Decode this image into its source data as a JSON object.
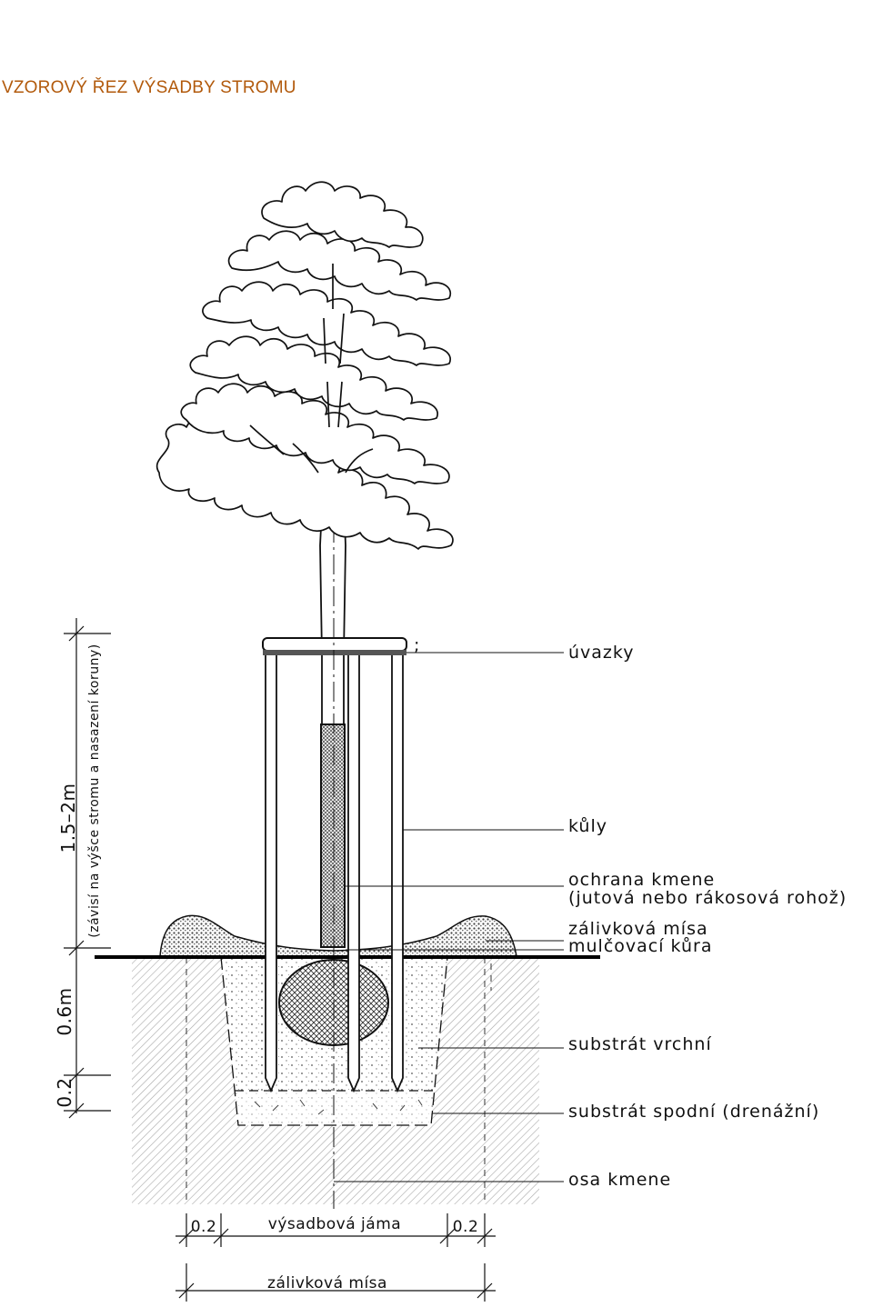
{
  "title": "VZOROVÝ ŘEZ VÝSADBY STROMU",
  "colors": {
    "title": "#b25a0c",
    "ink": "#111111",
    "hatch": "#9a9a9a"
  },
  "labels": {
    "uvazky": "úvazky",
    "kuly": "kůly",
    "ochrana_1": "ochrana kmene",
    "ochrana_2": "(jutová nebo rákosová rohož)",
    "zalivkova_misa": "zálivková mísa",
    "mulcovaci_kura": "mulčovací kůra",
    "substrat_vrchni": "substrát vrchní",
    "substrat_spodni": "substrát spodní (drenážní)",
    "osa_kmene": "osa kmene",
    "semicolon": ";"
  },
  "dimensions": {
    "height": "1.5–2m",
    "height_note": "(závisí na výšce stromu a nasazení koruny)",
    "depth": "0.6m",
    "drainage": "0.2",
    "left_gap": "0.2",
    "right_gap": "0.2",
    "pit": "výsadbová jáma",
    "basin": "zálivková mísa"
  }
}
